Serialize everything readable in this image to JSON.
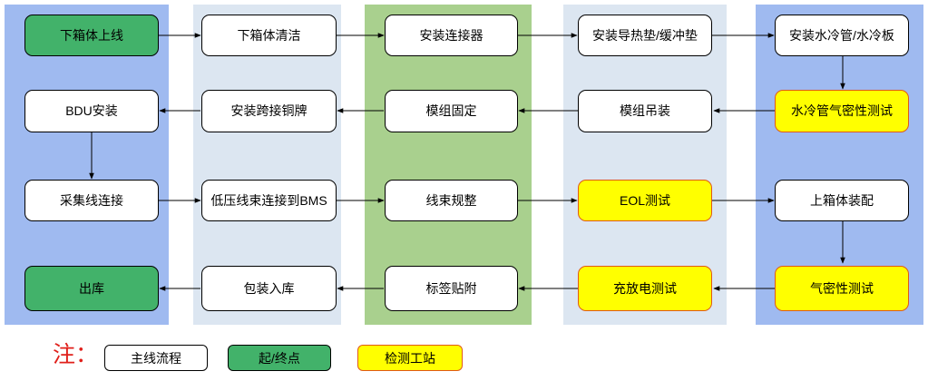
{
  "nodes": {
    "n1": "下箱体上线",
    "n2": "下箱体清洁",
    "n3": "安装连接器",
    "n4": "安装导热垫/缓冲垫",
    "n5": "安装水冷管/水冷板",
    "n6": "水冷管气密性测试",
    "n7": "模组吊装",
    "n8": "模组固定",
    "n9": "安装跨接铜牌",
    "n10": "BDU安装",
    "n11": "采集线连接",
    "n12": "低压线束连接到BMS",
    "n13": "线束规整",
    "n14": "EOL测试",
    "n15": "上箱体装配",
    "n16": "气密性测试",
    "n17": "充放电测试",
    "n18": "标签贴附",
    "n19": "包装入库",
    "n20": "出库"
  },
  "legend": {
    "title": "注：",
    "main_flow": "主线流程",
    "start_end": "起/终点",
    "test_station": "检测工站"
  },
  "colors": {
    "band_blue": "#9fbaf0",
    "band_light": "#dce6f1",
    "band_green": "#a9d08e",
    "start_end": "#42b26a",
    "test_station": "#ffff00",
    "test_border": "#e05a16",
    "legend_title": "#e0201b"
  }
}
